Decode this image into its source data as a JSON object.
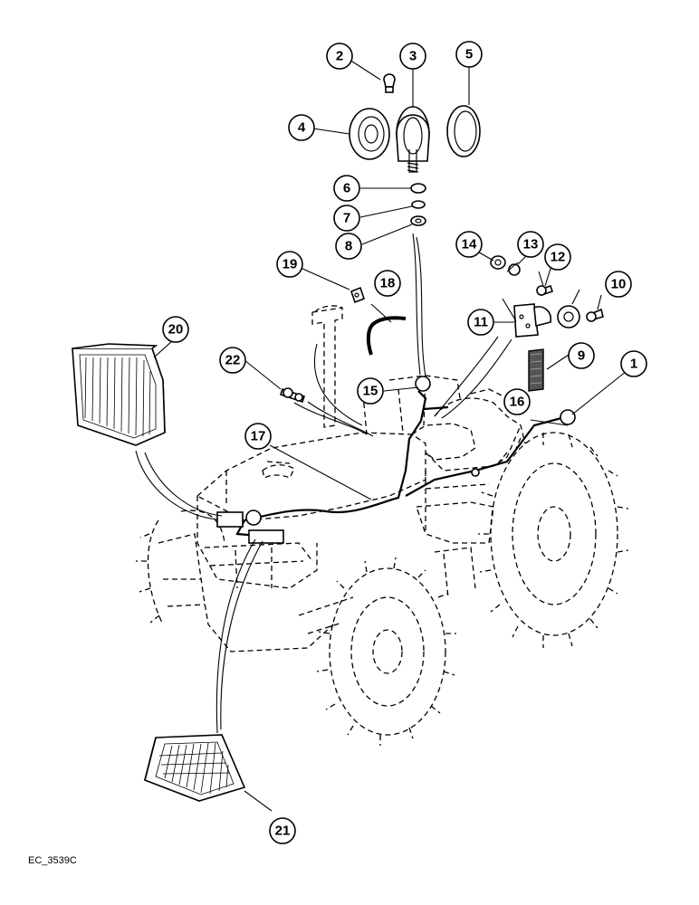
{
  "figure_code": "EC_3539C",
  "callouts": [
    {
      "num": "1"
    },
    {
      "num": "2"
    },
    {
      "num": "3"
    },
    {
      "num": "4"
    },
    {
      "num": "5"
    },
    {
      "num": "6"
    },
    {
      "num": "7"
    },
    {
      "num": "8"
    },
    {
      "num": "9"
    },
    {
      "num": "10"
    },
    {
      "num": "11"
    },
    {
      "num": "12"
    },
    {
      "num": "13"
    },
    {
      "num": "14"
    },
    {
      "num": "15"
    },
    {
      "num": "16"
    },
    {
      "num": "17"
    },
    {
      "num": "18"
    },
    {
      "num": "19"
    },
    {
      "num": "20"
    },
    {
      "num": "21"
    },
    {
      "num": "22"
    }
  ]
}
